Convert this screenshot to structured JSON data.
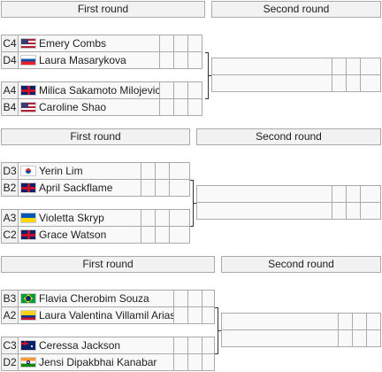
{
  "headers": {
    "first_round": "First round",
    "second_round": "Second round"
  },
  "brackets": [
    {
      "matches": [
        [
          {
            "seed": "C4",
            "player": "Emery Combs",
            "flag": "flag-usa-icon"
          },
          {
            "seed": "D4",
            "player": "Laura Masarykova",
            "flag": "flag-slovakia-icon"
          }
        ],
        [
          {
            "seed": "A4",
            "player": "Milica Sakamoto Milojevic",
            "flag": "flag-uk-icon"
          },
          {
            "seed": "B4",
            "player": "Caroline Shao",
            "flag": "flag-usa-icon"
          }
        ]
      ]
    },
    {
      "matches": [
        [
          {
            "seed": "D3",
            "player": "Yerin Lim",
            "flag": "flag-south-korea-icon"
          },
          {
            "seed": "B2",
            "player": "April Sackflame",
            "flag": "flag-uk-icon"
          }
        ],
        [
          {
            "seed": "A3",
            "player": "Violetta Skryp",
            "flag": "flag-ukraine-icon"
          },
          {
            "seed": "C2",
            "player": "Grace Watson",
            "flag": "flag-uk-icon"
          }
        ]
      ]
    },
    {
      "matches": [
        [
          {
            "seed": "B3",
            "player": "Flavia Cherobim Souza",
            "flag": "flag-brazil-icon"
          },
          {
            "seed": "A2",
            "player": "Laura Valentina Villamil Arias",
            "flag": "flag-colombia-icon"
          }
        ],
        [
          {
            "seed": "C3",
            "player": "Ceressa Jackson",
            "flag": "flag-australia-icon"
          },
          {
            "seed": "D2",
            "player": "Jensi Dipakbhai Kanabar",
            "flag": "flag-india-icon"
          }
        ]
      ]
    }
  ]
}
